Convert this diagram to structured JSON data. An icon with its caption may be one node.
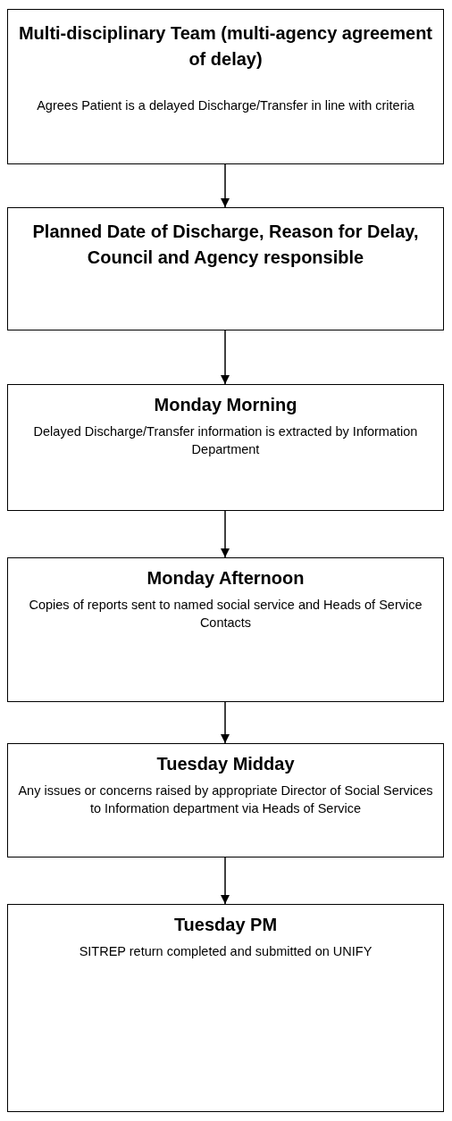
{
  "diagram": {
    "nodes": [
      {
        "text": [
          "Multi-disciplinary Team (multi-agency agreement of delay)",
          "Agrees Patient is a delayed Discharge/Transfer in line with criteria"
        ]
      },
      {
        "text": [
          "Planned Date of Discharge, Reason for Delay, Council and Agency responsible"
        ]
      },
      {
        "text": [
          "Monday Morning",
          "Delayed Discharge/Transfer information is extracted by Information Department"
        ]
      },
      {
        "text": [
          "Monday Afternoon",
          "Copies of reports sent to named social service and Heads of Service Contacts"
        ]
      },
      {
        "text": [
          "Tuesday Midday",
          "Any issues or concerns raised by appropriate Director of Social Services to Information department via Heads of Service"
        ]
      },
      {
        "text": [
          "Tuesday PM",
          "SITREP return completed and submitted on UNIFY"
        ]
      }
    ],
    "edges": [
      {
        "from": 0,
        "to": 1,
        "arrow": "to"
      },
      {
        "from": 1,
        "to": 2,
        "arrow": "to"
      },
      {
        "from": 2,
        "to": 3,
        "arrow": "to"
      },
      {
        "from": 3,
        "to": 4,
        "arrow": "to"
      },
      {
        "from": 4,
        "to": 5,
        "arrow": "to"
      }
    ]
  }
}
